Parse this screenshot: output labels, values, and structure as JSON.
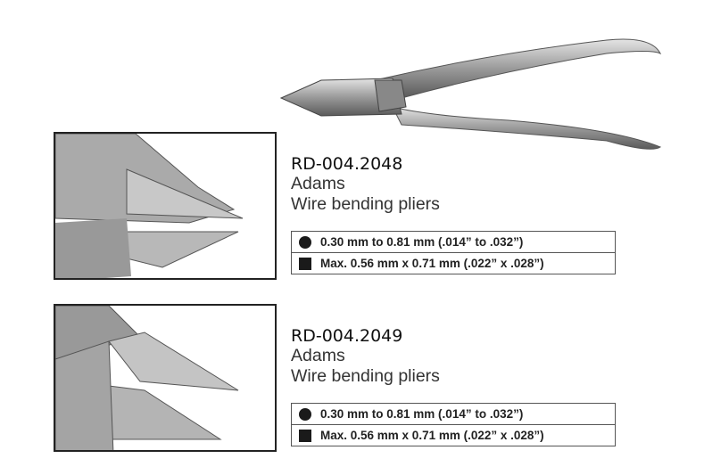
{
  "products": [
    {
      "code": "RD-004.2048",
      "brand": "Adams",
      "description": "Wire bending pliers",
      "specs": [
        {
          "icon": "round-wire-icon",
          "text": "0.30 mm to 0.81 mm (.014” to .032”)"
        },
        {
          "icon": "square-wire-icon",
          "text": "Max. 0.56 mm x 0.71 mm (.022” x .028”)"
        }
      ]
    },
    {
      "code": "RD-004.2049",
      "brand": "Adams",
      "description": "Wire bending pliers",
      "specs": [
        {
          "icon": "round-wire-icon",
          "text": "0.30 mm to 0.81 mm (.014” to .032”)"
        },
        {
          "icon": "square-wire-icon",
          "text": "Max. 0.56 mm x 0.71 mm (.022” x .028”)"
        }
      ]
    }
  ]
}
